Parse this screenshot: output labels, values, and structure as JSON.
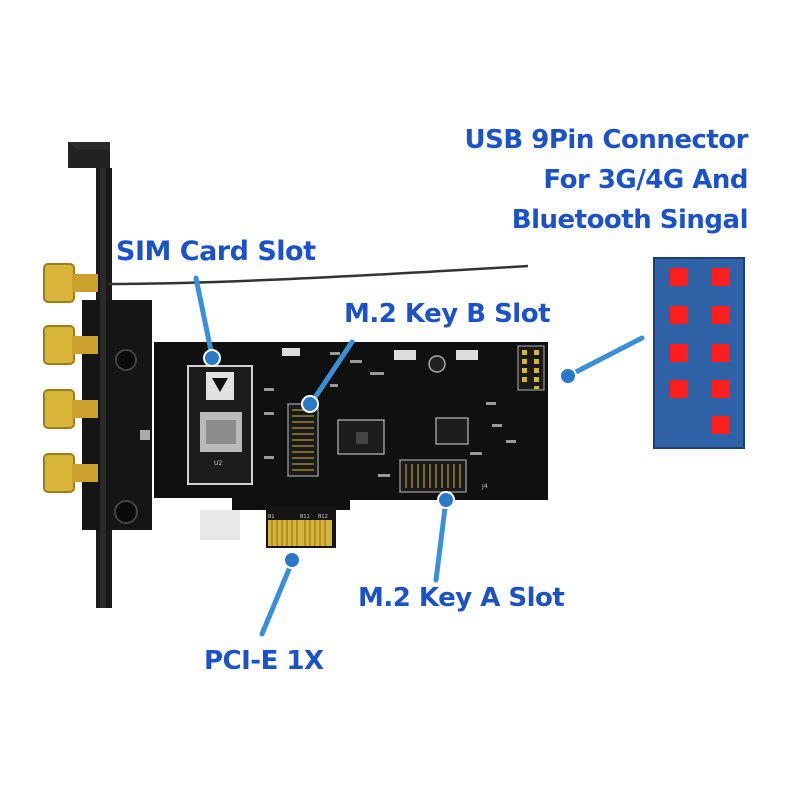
{
  "labels": {
    "sim_card_slot": "SIM Card Slot",
    "m2_key_b_slot": "M.2 Key B Slot",
    "m2_key_a_slot": "M.2 Key A Slot",
    "pcie_1x": "PCI-E 1X",
    "usb_connector_line1": "USB 9Pin Connector",
    "usb_connector_line2": "For 3G/4G And",
    "usb_connector_line3": "Bluetooth Singal"
  },
  "colors": {
    "callout_text": "#1c52c8",
    "pointer_line": "#3a8fd8",
    "pointer_dot": "#2a78c8",
    "pin_header_box": "#2f63a8",
    "pin": "#ff1e1e",
    "pcb": "#101010",
    "bracket": "#1a1a1a",
    "gold": "#d9b43a"
  },
  "pin_header": {
    "icon": "usb-9pin-header-diagram",
    "pin_count": 9
  },
  "board_silkscreen": {
    "u2": "U2",
    "j4": "J4",
    "b1": "B1",
    "b11": "B11",
    "b12": "B12"
  }
}
